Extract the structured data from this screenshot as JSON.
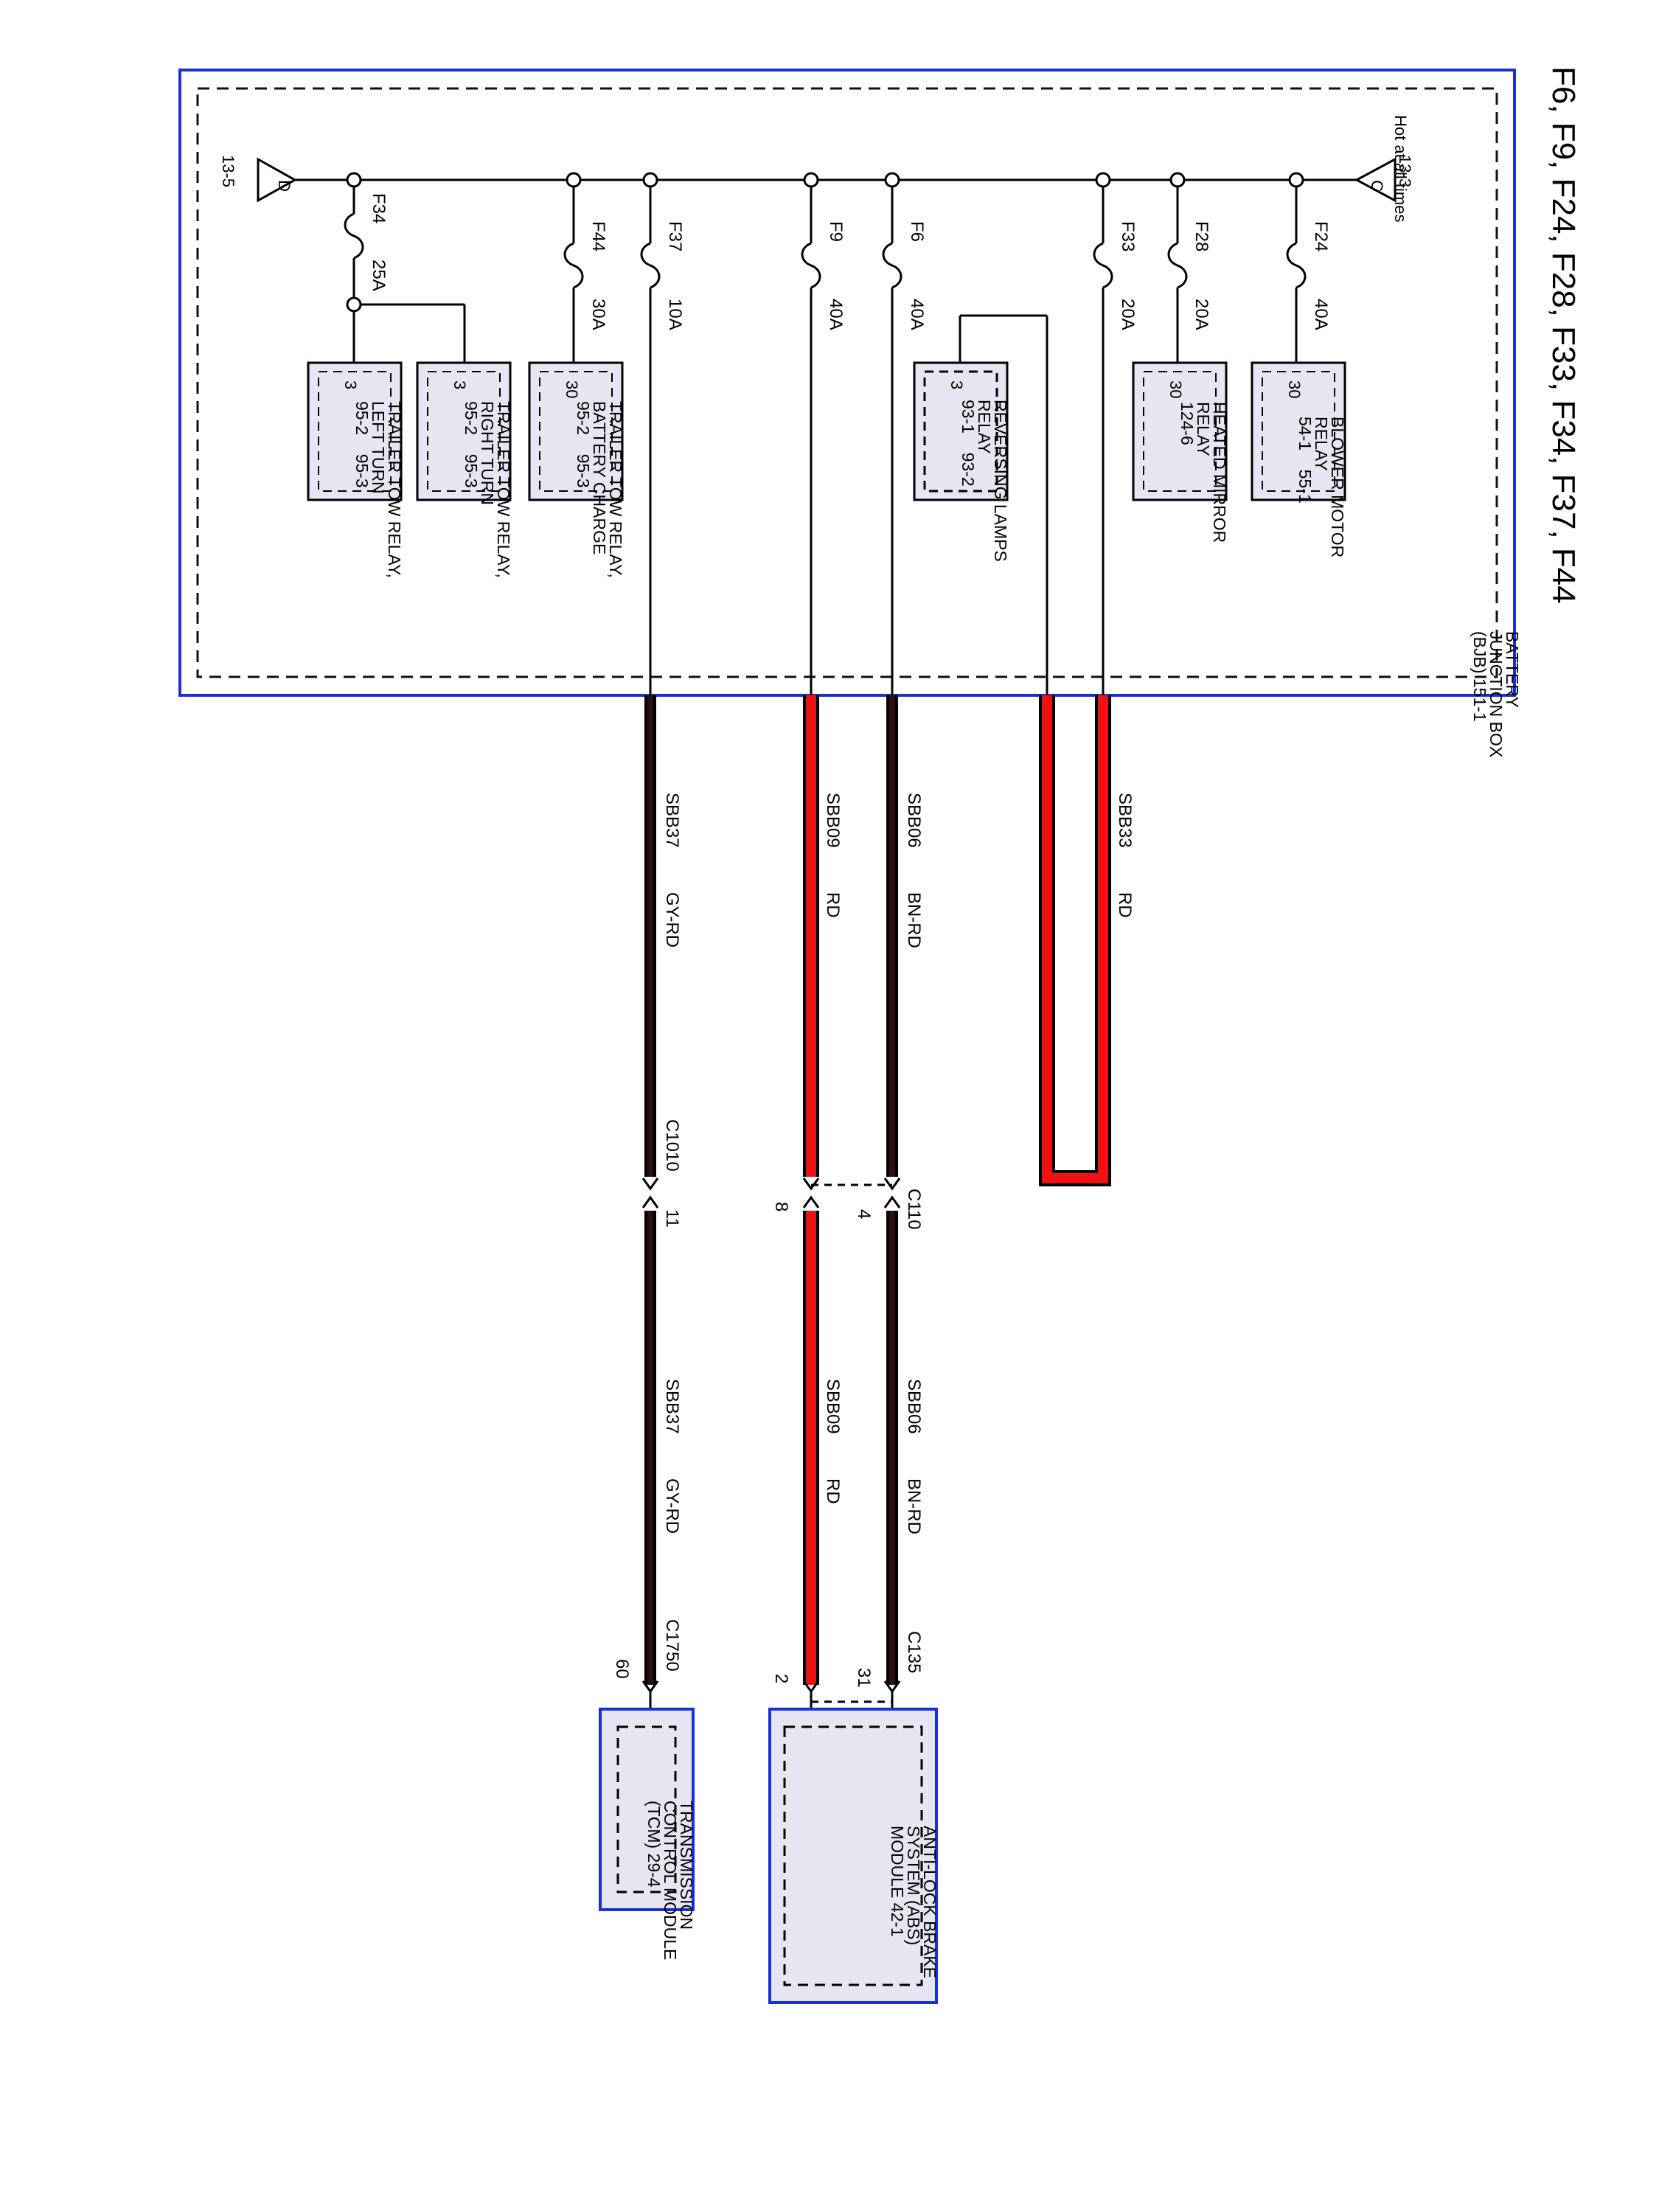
{
  "title": "F6, F9, F24, F28, F33, F34, F37, F44",
  "colors": {
    "box_border": "#1a2fd8",
    "box_fill": "#e6e6f2",
    "wire_red": "#ee1111",
    "wire_dark": "#2a1010",
    "dash": "#111111"
  },
  "bjb": {
    "hot_label": "Hot at all times",
    "tri_c": {
      "letter": "C",
      "ref": "13-3"
    },
    "tri_d": {
      "letter": "D",
      "ref": "13-5"
    },
    "label": "BATTERY JUNCTION BOX (BJB) 151-1",
    "fuses": [
      {
        "name": "F24",
        "amp": "40A"
      },
      {
        "name": "F28",
        "amp": "20A"
      },
      {
        "name": "F33",
        "amp": "20A"
      },
      {
        "name": "F6",
        "amp": "40A"
      },
      {
        "name": "F9",
        "amp": "40A"
      },
      {
        "name": "F37",
        "amp": "10A"
      },
      {
        "name": "F44",
        "amp": "30A"
      },
      {
        "name": "F34",
        "amp": "25A"
      }
    ],
    "relays": [
      {
        "pin": "30",
        "name": "BLOWER MOTOR RELAY",
        "refs": "54-1    55-1"
      },
      {
        "pin": "30",
        "name": "HEATED MIRROR RELAY",
        "refs": "124-6"
      },
      {
        "pin": "3",
        "name": "REVERSING LAMPS RELAY",
        "refs": "93-1    93-2"
      },
      {
        "pin": "30",
        "name": "TRAILER TOW RELAY, BATTERY CHARGE",
        "refs": "95-2    95-3"
      },
      {
        "pin": "3",
        "name": "TRAILER TOW RELAY, RIGHT TURN",
        "refs": "95-2    95-3"
      },
      {
        "pin": "3",
        "name": "TRAILER TOW RELAY, LEFT TURN",
        "refs": "95-2    95-3"
      }
    ]
  },
  "wires": [
    {
      "circuit": "SBB33",
      "color": "RD"
    },
    {
      "circuit": "SBB06",
      "color": "BN-RD"
    },
    {
      "circuit": "SBB09",
      "color": "RD"
    },
    {
      "circuit": "SBB37",
      "color": "GY-RD"
    }
  ],
  "connectors": {
    "c110": {
      "name": "C110",
      "pin_a": "4",
      "pin_b": "8"
    },
    "c1010": {
      "name": "C1010",
      "pin": "11"
    },
    "c135": {
      "name": "C135",
      "pin": "31"
    },
    "c1750": {
      "name": "C1750",
      "pin": "60"
    },
    "abs_pin": "2"
  },
  "modules": {
    "abs": "ANTI-LOCK BRAKE SYSTEM (ABS) MODULE 42-1",
    "tcm": "TRANSMISSION CONTROL MODULE (TCM) 29-4"
  }
}
